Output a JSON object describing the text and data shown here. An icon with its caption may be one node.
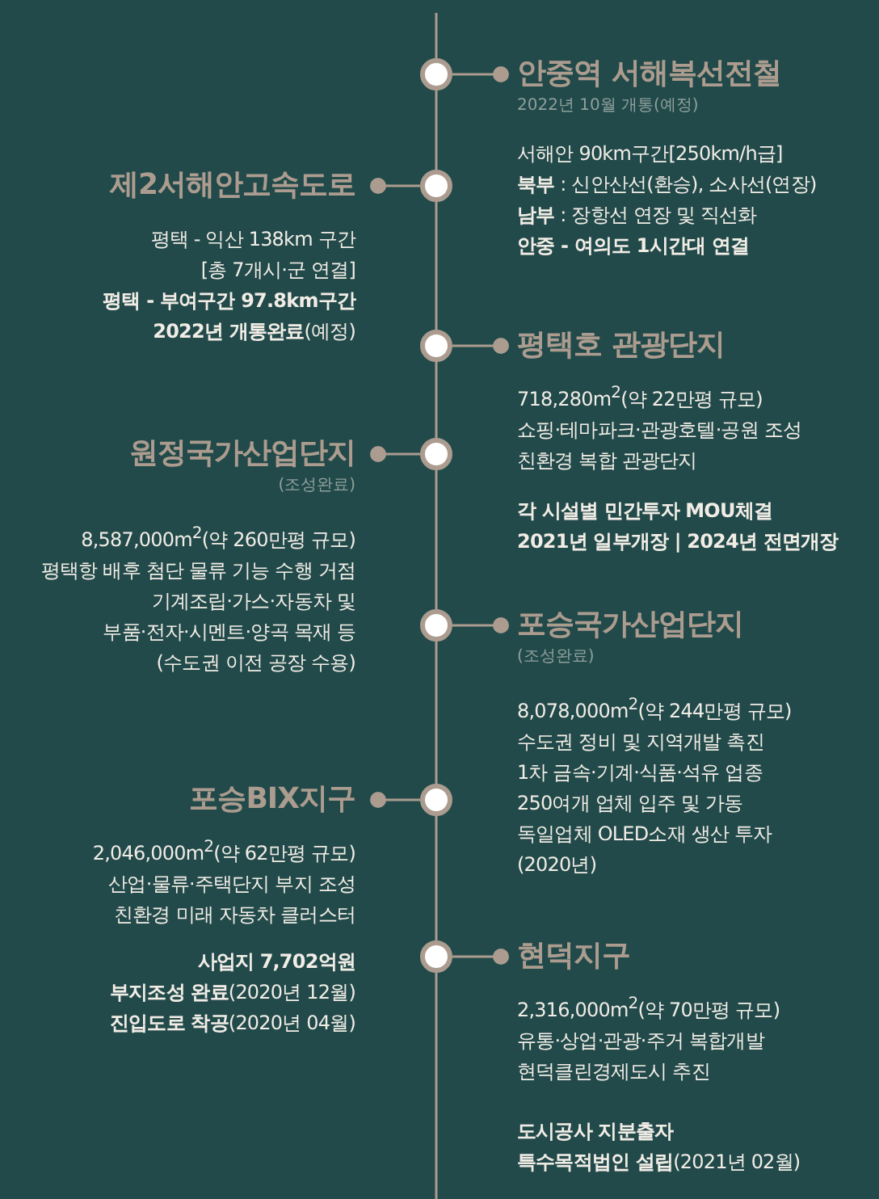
{
  "diagram": {
    "nodes": [
      {
        "text": [],
        "shape": "circle"
      },
      {
        "text": [
          "안중역 서해복선전철",
          "2022년 10월 개통(예정)",
          "서해안 90km구간[250km/h급]",
          "**북부** : 신안산선(환승), 소사선(연장)",
          "**남부** : 장항선 연장 및 직선화",
          "안중 - 여의도 1시간대 연결"
        ]
      },
      {
        "text": [],
        "shape": "circle"
      },
      {
        "text": [
          "제2서해안고속도로",
          "평택 - 익산 138km 구간",
          "[총 7개시·군 연결]",
          "평택 - 부여구간 97.8km구간",
          "**2022년 개통완료**(예정)"
        ]
      },
      {
        "text": [],
        "shape": "circle"
      },
      {
        "text": [
          "평택호 관광단지",
          "718,280m$^{2}$(약 22만평 규모)",
          "쇼핑·테마파크·관광호텔·공원 조성",
          "친환경 복합 관광단지",
          "각 시설별 민간투자 MOU체결",
          "2021년 일부개장 | 2024년 전면개장"
        ]
      },
      {
        "text": [],
        "shape": "circle"
      },
      {
        "text": [
          "원정국가산업단지",
          "(조성완료)",
          "8,587,000m$^{2}$(약 260만평 규모)",
          "평택항 배후 첨단 물류 기능 수행 거점",
          "기계조립·가스·자동차 및",
          "부품·전자·시멘트·양곡 목재 등",
          "(수도권 이전 공장 수용)"
        ]
      },
      {
        "text": [],
        "shape": "circle"
      },
      {
        "text": [
          "포승국가산업단지",
          "(조성완료)",
          "8,078,000m$^{2}$(약 244만평 규모)",
          "수도권 정비 및 지역개발 촉진",
          "1차 금속·기계·식품·석유 업종",
          "250여개 업체 입주 및 가동",
          "독일업체 OLED소재 생산 투자",
          "(2020년)"
        ]
      },
      {
        "text": [],
        "shape": "circle"
      },
      {
        "text": [
          "포승BIX지구",
          "2,046,000m$^{2}$(약 62만평 규모)",
          "산업·물류·주택단지 부지 조성",
          "친환경 미래 자동차 클러스터",
          "사업지 7,702억원",
          "**부지조성 완료**(2020년 12월)",
          "**진입도로 착공**(2020년 04월)"
        ]
      },
      {
        "text": [],
        "shape": "circle"
      },
      {
        "text": [
          "현덕지구",
          "2,316,000m$^{2}$(약 70만평 규모)",
          "유통·상업·관광·주거 복합개발",
          "현덕클린경제도시 추진",
          "도시공사 지분출자",
          "**특수목적법인 설립**(2021년 02월)"
        ]
      }
    ],
    "edges": [
      {
        "from": 1,
        "to": 0,
        "arrow": "other"
      },
      {
        "from": 3,
        "to": 2,
        "arrow": "other"
      },
      {
        "from": 5,
        "to": 4,
        "arrow": "other"
      },
      {
        "from": 7,
        "to": 6,
        "arrow": "other"
      },
      {
        "from": 9,
        "to": 8,
        "arrow": "other"
      },
      {
        "from": 11,
        "to": 10,
        "arrow": "other"
      },
      {
        "from": 13,
        "to": 12,
        "arrow": "other"
      },
      {
        "from": 0,
        "to": 2,
        "arrow": "none"
      },
      {
        "from": 2,
        "to": 4,
        "arrow": "none"
      },
      {
        "from": 4,
        "to": 6,
        "arrow": "none"
      },
      {
        "from": 6,
        "to": 8,
        "arrow": "none"
      },
      {
        "from": 8,
        "to": 10,
        "arrow": "none"
      },
      {
        "from": 10,
        "to": 12,
        "arrow": "none"
      }
    ]
  }
}
